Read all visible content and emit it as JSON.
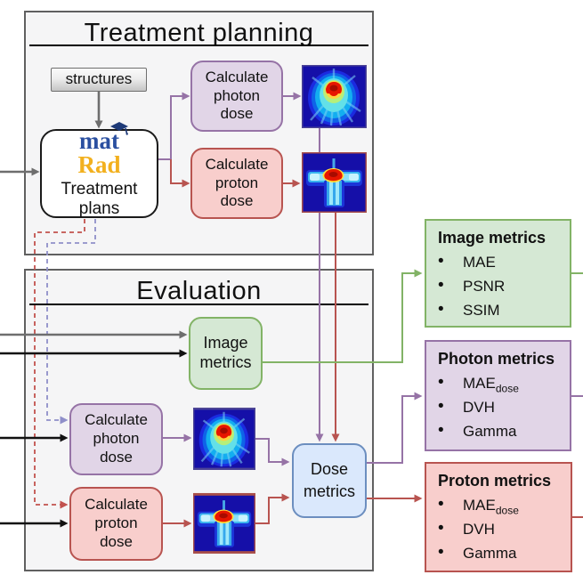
{
  "treatment_planning": {
    "title": "Treatment planning",
    "structures_label": "structures",
    "matrad": {
      "brand_mat": "mat",
      "brand_rad": "Rad",
      "subtitle": [
        "Treatment",
        "plans"
      ]
    },
    "calc_photon": [
      "Calculate",
      "photon",
      "dose"
    ],
    "calc_proton": [
      "Calculate",
      "proton",
      "dose"
    ]
  },
  "evaluation": {
    "title": "Evaluation",
    "image_metrics": [
      "Image",
      "metrics"
    ],
    "calc_photon": [
      "Calculate",
      "photon",
      "dose"
    ],
    "calc_proton": [
      "Calculate",
      "proton",
      "dose"
    ],
    "dose_metrics": [
      "Dose",
      "metrics"
    ]
  },
  "panels": {
    "image": {
      "title": "Image metrics",
      "items": [
        {
          "text": "MAE",
          "sub": ""
        },
        {
          "text": "PSNR",
          "sub": ""
        },
        {
          "text": "SSIM",
          "sub": ""
        }
      ]
    },
    "photon": {
      "title": "Photon metrics",
      "items": [
        {
          "text": "MAE",
          "sub": "dose"
        },
        {
          "text": "DVH",
          "sub": ""
        },
        {
          "text": "Gamma",
          "sub": ""
        }
      ]
    },
    "proton": {
      "title": "Proton metrics",
      "items": [
        {
          "text": "MAE",
          "sub": "dose"
        },
        {
          "text": "DVH",
          "sub": ""
        },
        {
          "text": "Gamma",
          "sub": ""
        }
      ]
    }
  },
  "colors": {
    "purple": "#9673a6",
    "red": "#b85450",
    "green": "#82b366",
    "blue": "#6c8ebf",
    "purple_fill": "#e1d5e7",
    "red_fill": "#f8cecc",
    "green_fill": "#d5e8d4",
    "blue_fill": "#dae8fc",
    "matrad_blue": "#2a4fa0",
    "matrad_gold": "#f2b01e"
  }
}
